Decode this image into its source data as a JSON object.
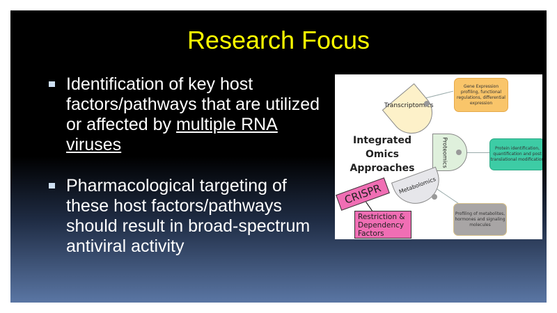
{
  "title": "Research Focus",
  "bullets": [
    {
      "pre": "Identification of key host factors/pathways that are utilized or affected by ",
      "underlined": "multiple RNA viruses"
    },
    {
      "text": "Pharmacological targeting of these host factors/pathways should result in broad-spectrum antiviral activity"
    }
  ],
  "figure": {
    "center": "Integrated Omics Approaches",
    "transcriptomics": "Transcriptomics",
    "proteomics": "Proteomics",
    "metabolomics": "Metabolomics",
    "gene_box": "Gene Expression profiling, functional regulations, differential expression",
    "protein_box": "Protein identification, quantification and post translational modification",
    "profiling_box": "Profiling of metabolites, hormones and signaling molecules",
    "crispr": "CRISPR",
    "restriction": "Restriction & Dependency Factors"
  },
  "colors": {
    "title": "#ffff00",
    "pink": "#f06eb4",
    "orange": "#f9c56a",
    "teal": "#3dcca5"
  }
}
